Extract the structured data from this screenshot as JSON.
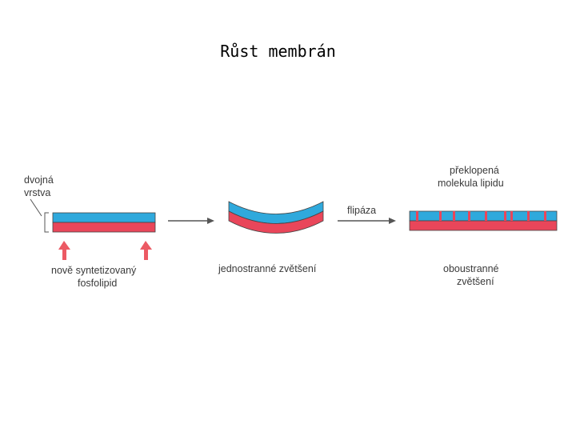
{
  "title": "Růst membrán",
  "labels": {
    "bilayer_line1": "dvojná",
    "bilayer_line2": "vrstva",
    "new_lipid_line1": "nově syntetizovaný",
    "new_lipid_line2": "fosfolipid",
    "one_sided": "jednostranné zvětšení",
    "flippase": "flipáza",
    "flipped_line1": "překlopená",
    "flipped_line2": "molekula lipidu",
    "two_sided_line1": "oboustranné",
    "two_sided_line2": "zvětšení"
  },
  "colors": {
    "outer_layer": "#2fa9dc",
    "inner_layer": "#e9465a",
    "arrow_new_lipid": "#ec5a64",
    "arrow": "#555555",
    "text": "#3a3a3a"
  }
}
